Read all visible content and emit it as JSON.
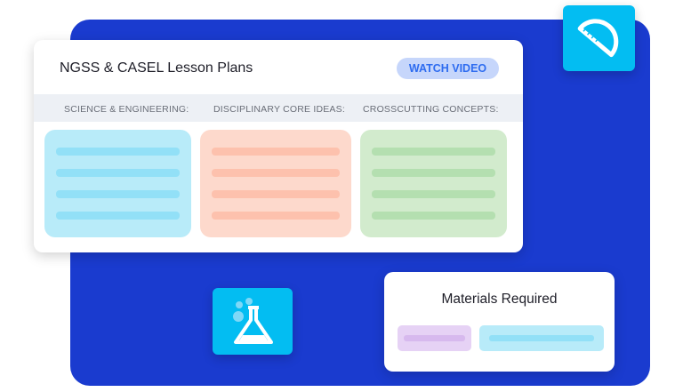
{
  "lesson_card": {
    "title": "NGSS & CASEL Lesson Plans",
    "watch_video_label": "WATCH VIDEO",
    "columns": [
      {
        "label": "SCIENCE & ENGINEERING:",
        "bg": "#b8ebf9",
        "line": "#92e0f7"
      },
      {
        "label": "DISCIPLINARY CORE IDEAS:",
        "bg": "#fdd9cc",
        "line": "#fdc1ad"
      },
      {
        "label": "CROSSCUTTING CONCEPTS:",
        "bg": "#d2ebcd",
        "line": "#b4dfb0"
      }
    ]
  },
  "materials_card": {
    "title": "Materials Required"
  },
  "icons": {
    "top_right": "protractor-icon",
    "bottom_left": "flask-icon"
  },
  "colors": {
    "background": "#1a3bcf",
    "tile": "#03bdf2",
    "accent": "#2e6cf0"
  }
}
